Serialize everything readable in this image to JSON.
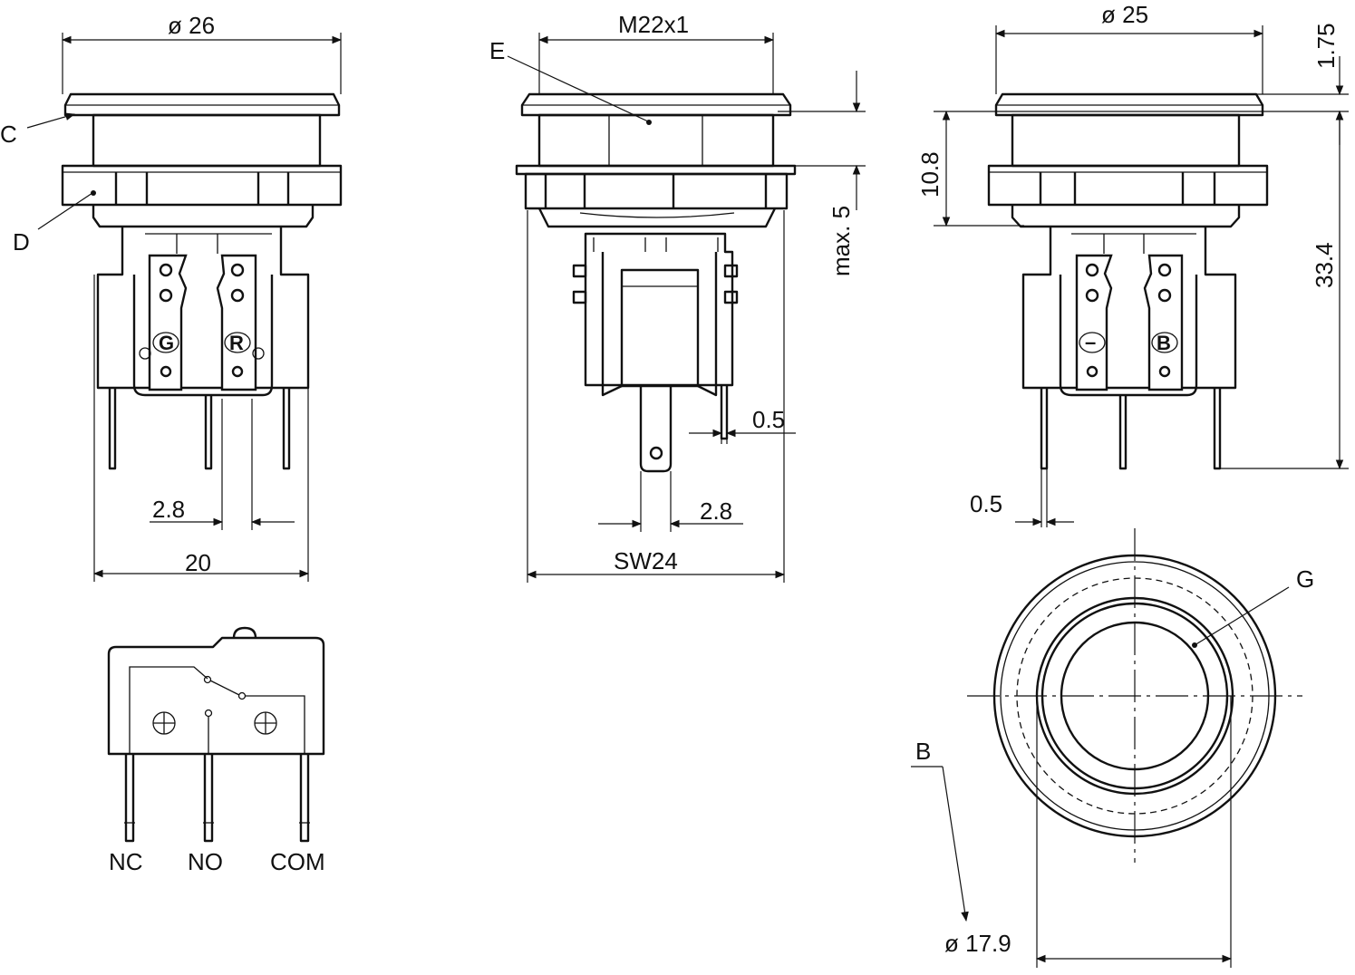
{
  "dimensions": {
    "front_diameter": "ø 26",
    "front_terminal_pitch": "2.8",
    "front_width": "20",
    "side_thread": "M22x1",
    "side_pin_thickness": "0.5",
    "side_pin_width": "2.8",
    "side_wrench_size": "SW24",
    "side_panel_thickness": "max. 5",
    "right_diameter": "ø 25",
    "right_bezel_height": "1.75",
    "right_body_height": "10.8",
    "right_total_height": "33.4",
    "right_pin_thickness": "0.5",
    "top_cutout_diameter": "ø 17.9"
  },
  "callouts": {
    "c": "C",
    "d": "D",
    "e": "E",
    "g": "G",
    "b": "B"
  },
  "terminal_marks": {
    "front_left": "G",
    "front_right": "R",
    "right_left": "–",
    "right_right": "B"
  },
  "schematic": {
    "nc": "NC",
    "no": "NO",
    "com": "COM"
  }
}
